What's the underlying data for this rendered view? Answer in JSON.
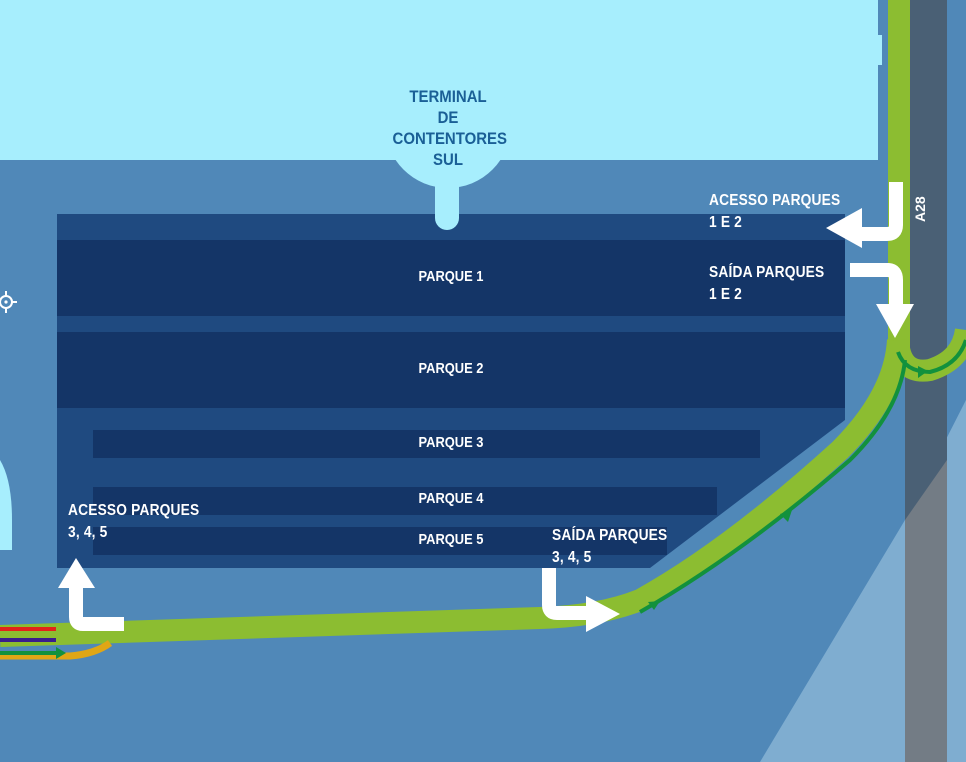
{
  "map": {
    "terminal": {
      "lines": [
        "TERMINAL",
        "DE",
        "CONTENTORES",
        "SUL"
      ]
    },
    "parks": [
      {
        "id": "parque-1",
        "label": "PARQUE 1"
      },
      {
        "id": "parque-2",
        "label": "PARQUE 2"
      },
      {
        "id": "parque-3",
        "label": "PARQUE 3"
      },
      {
        "id": "parque-4",
        "label": "PARQUE 4"
      },
      {
        "id": "parque-5",
        "label": "PARQUE 5"
      }
    ],
    "signs": {
      "access_1_2": {
        "line1": "ACESSO PARQUES",
        "line2": "1 E 2"
      },
      "exit_1_2": {
        "line1": "SAÍDA PARQUES",
        "line2": "1 E 2"
      },
      "access_3_4_5": {
        "line1": "ACESSO PARQUES",
        "line2": "3, 4, 5"
      },
      "exit_3_4_5": {
        "line1": "SAÍDA PARQUES",
        "line2": "3, 4, 5"
      }
    },
    "road_label": "A28",
    "icons": {
      "crosshair": "locate-crosshair-icon"
    },
    "colors": {
      "water": "#a7eefd",
      "land": "#5088b8",
      "terminal_area": "#1f4a80",
      "park": "#143567",
      "route": "#8cbd31",
      "route_arrow": "#12913d",
      "highway": "#4a6075",
      "highway_lower": "#737c85",
      "light_zone": "#7fadd0",
      "line_red": "#e2231a",
      "line_purple": "#3a1d8c",
      "line_yellow": "#e0a615",
      "arrow": "#ffffff"
    }
  }
}
